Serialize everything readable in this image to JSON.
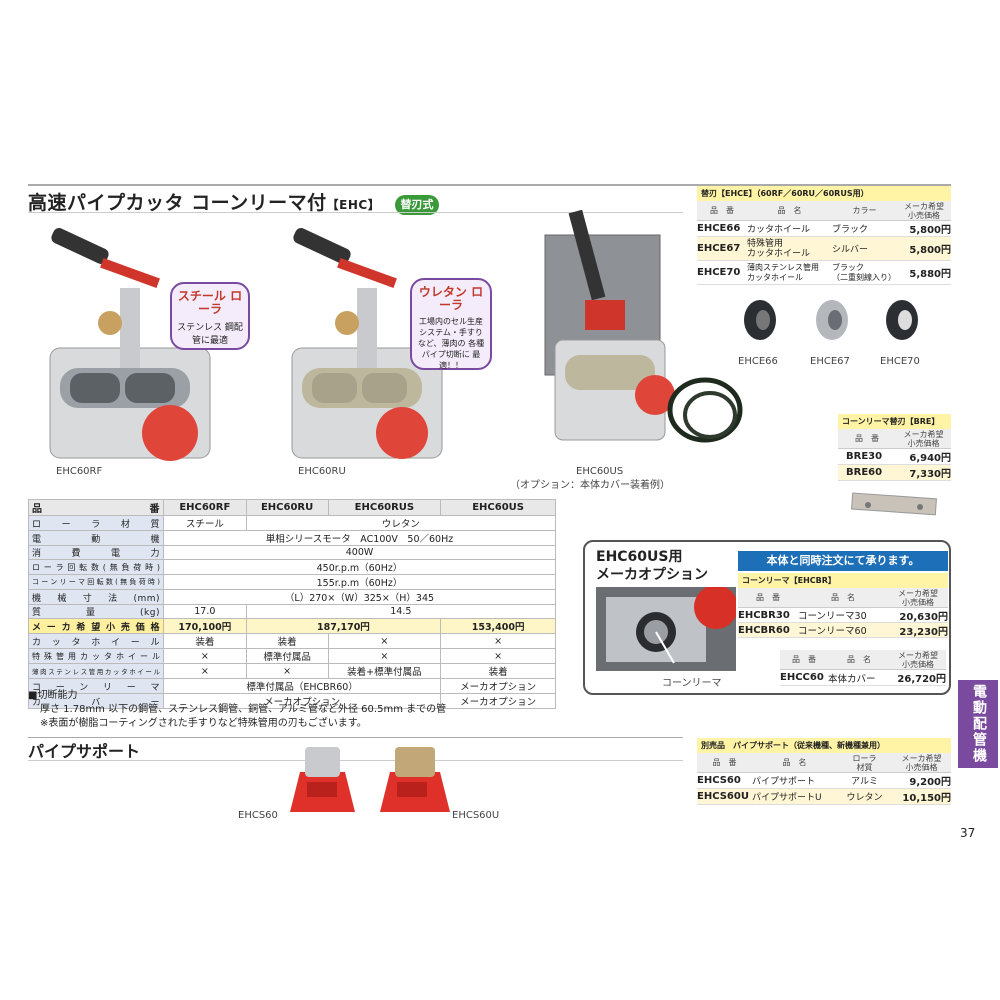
{
  "title": {
    "main": "高速パイプカッタ コーンリーマ付",
    "code": "【EHC】",
    "badge": "替刃式"
  },
  "photos": {
    "rf_caption": "EHC60RF",
    "ru_caption": "EHC60RU",
    "us_caption": "EHC60US",
    "us_subcaption": "（オプション：本体カバー装着例）",
    "bubble_steel": {
      "head": "スチール ローラ",
      "body": "ステンレス 鋼配管に最適"
    },
    "bubble_urethane": {
      "head": "ウレタン ローラ",
      "body": "工場内のセル生産 システム・手すり など、薄肉の 各種パイプ切断に 最適！！"
    }
  },
  "spec": {
    "header": [
      "品番",
      "EHC60RF",
      "EHC60RU",
      "EHC60RUS",
      "EHC60US"
    ],
    "rows": {
      "roller_label": "ローラ材質",
      "roller_rf": "スチール",
      "roller_ru": "ウレタン",
      "motor_label": "電動機",
      "motor_val": "単相シリースモータ　AC100V　50／60Hz",
      "power_label": "消費電力",
      "power_val": "400W",
      "rpm_label": "ローラ回転数(無負荷時)",
      "rpm_val": "450r.p.m（60Hz）",
      "cone_rpm_label": "コーンリーマ回転数(無負荷時)",
      "cone_rpm_val": "155r.p.m（60Hz）",
      "dim_label": "機械寸法(mm)",
      "dim_val": "（L）270×（W）325×（H）345",
      "mass_label": "質量(kg)",
      "mass_rf": "17.0",
      "mass_other": "14.5",
      "price_label": "メーカ希望小売価格",
      "price_rf": "170,100円",
      "price_ru": "187,170円",
      "price_us": "153,400円",
      "wheel_label": "カッタホイール",
      "wheel_rf": "装着",
      "wheel_ru": "装着",
      "wheel_rus": "×",
      "wheel_us": "×",
      "special_label": "特殊管用カッタホイール",
      "special_rf": "×",
      "special_ru": "標準付属品",
      "special_rus": "×",
      "special_us": "×",
      "thin_label": "薄肉ステンレス管用カッタホイール",
      "thin_rf": "×",
      "thin_ru": "×",
      "thin_rus": "装着+標準付属品",
      "thin_us": "装着",
      "cone_label": "コーンリーマ",
      "cone_std": "標準付属品（EHCBR60）",
      "cone_opt": "メーカオプション",
      "cover_label": "カバー",
      "cover_std": "メーカオプション",
      "cover_opt": "メーカオプション"
    }
  },
  "notes": {
    "heading": "■切断能力",
    "line1": "厚さ 1.78mm 以下の鋼管、ステンレス鋼管、銅管、アルミ管など外径 60.5mm までの管",
    "line2": "※表面が樹脂コーティングされた手すりなど特殊管用の刃もございます。"
  },
  "section2": {
    "title": "パイプサポート",
    "cap1": "EHCS60",
    "cap2": "EHCS60U"
  },
  "blade_table": {
    "title": "替刃【EHCE】（60RF／60RU／60RUS用）",
    "cols": [
      "品　番",
      "品　名",
      "カラー",
      "メーカ希望\n小売価格"
    ],
    "rows": [
      {
        "code": "EHCE66",
        "name": "カッタホイール",
        "color": "ブラック",
        "price": "5,800円"
      },
      {
        "code": "EHCE67",
        "name": "特殊管用\nカッタホイール",
        "color": "シルバー",
        "price": "5,800円"
      },
      {
        "code": "EHCE70",
        "name": "薄肉ステンレス管用\nカッタホイール",
        "color": "ブラック\n（二重刻線入り）",
        "price": "5,880円"
      }
    ],
    "captions": [
      "EHCE66",
      "EHCE67",
      "EHCE70"
    ]
  },
  "bre_table": {
    "title": "コーンリーマ替刃【BRE】",
    "cols": [
      "品　番",
      "メーカ希望\n小売価格"
    ],
    "rows": [
      {
        "code": "BRE30",
        "price": "6,940円"
      },
      {
        "code": "BRE60",
        "price": "7,330円"
      }
    ]
  },
  "option": {
    "title1": "EHC60US用",
    "title2": "メーカオプション",
    "banner": "本体と同時注文にて承ります。",
    "photo_caption": "コーンリーマ",
    "cone_title": "コーンリーマ【EHCBR】",
    "cone_cols": [
      "品　番",
      "品　名",
      "メーカ希望\n小売価格"
    ],
    "cone_rows": [
      {
        "code": "EHCBR30",
        "name": "コーンリーマ30",
        "price": "20,630円"
      },
      {
        "code": "EHCBR60",
        "name": "コーンリーマ60",
        "price": "23,230円"
      }
    ],
    "cover_cols": [
      "品　番",
      "品　名",
      "メーカ希望\n小売価格"
    ],
    "cover_row": {
      "code": "EHCC60",
      "name": "本体カバー",
      "price": "26,720円"
    }
  },
  "support_table": {
    "title": "別売品　パイプサポート（従来機種、新機種兼用）",
    "cols": [
      "品　番",
      "品　名",
      "ローラ\n材質",
      "メーカ希望\n小売価格"
    ],
    "rows": [
      {
        "code": "EHCS60",
        "name": "パイプサポート",
        "mat": "アルミ",
        "price": "9,200円"
      },
      {
        "code": "EHCS60U",
        "name": "パイプサポートU",
        "mat": "ウレタン",
        "price": "10,150円"
      }
    ]
  },
  "side_tab": "電動配管機器",
  "page_number": "37"
}
